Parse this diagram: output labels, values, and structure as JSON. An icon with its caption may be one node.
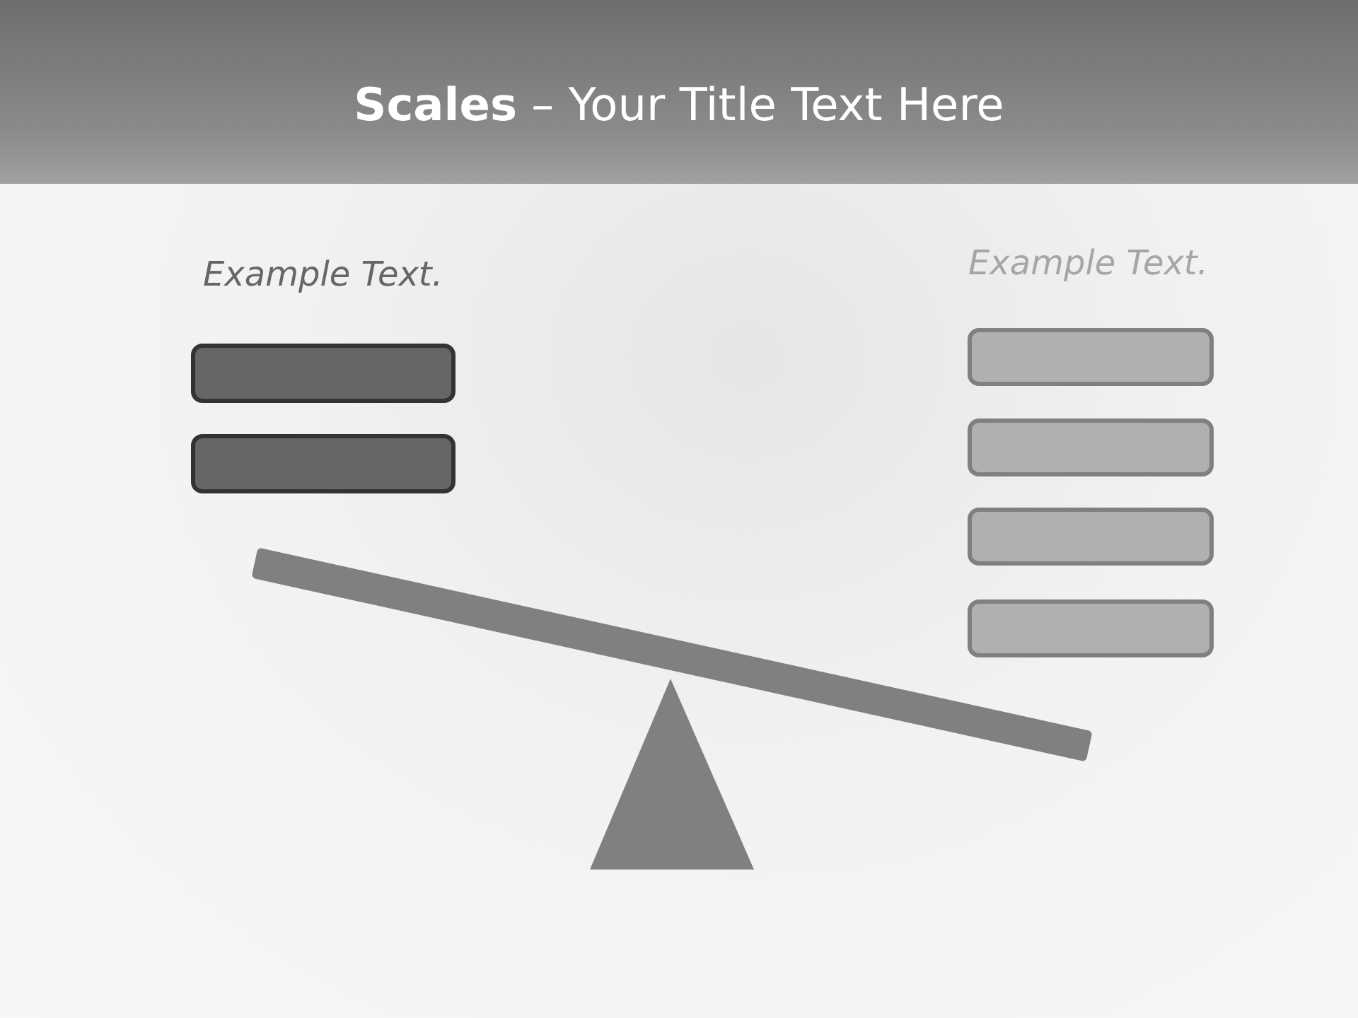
{
  "diagram": {
    "title": "**Scales** – Your Title Text Here",
    "nodes": [
      {
        "text": [],
        "shape": "box"
      },
      {
        "text": [],
        "shape": "box"
      },
      {
        "text": [],
        "shape": "box"
      },
      {
        "text": [],
        "shape": "box"
      },
      {
        "text": [],
        "shape": "box"
      },
      {
        "text": [],
        "shape": "box"
      },
      {
        "text": [],
        "shape": "bar"
      },
      {
        "text": [],
        "shape": "triangle"
      }
    ],
    "labels": [
      "Example Text.",
      "Example Text."
    ]
  }
}
